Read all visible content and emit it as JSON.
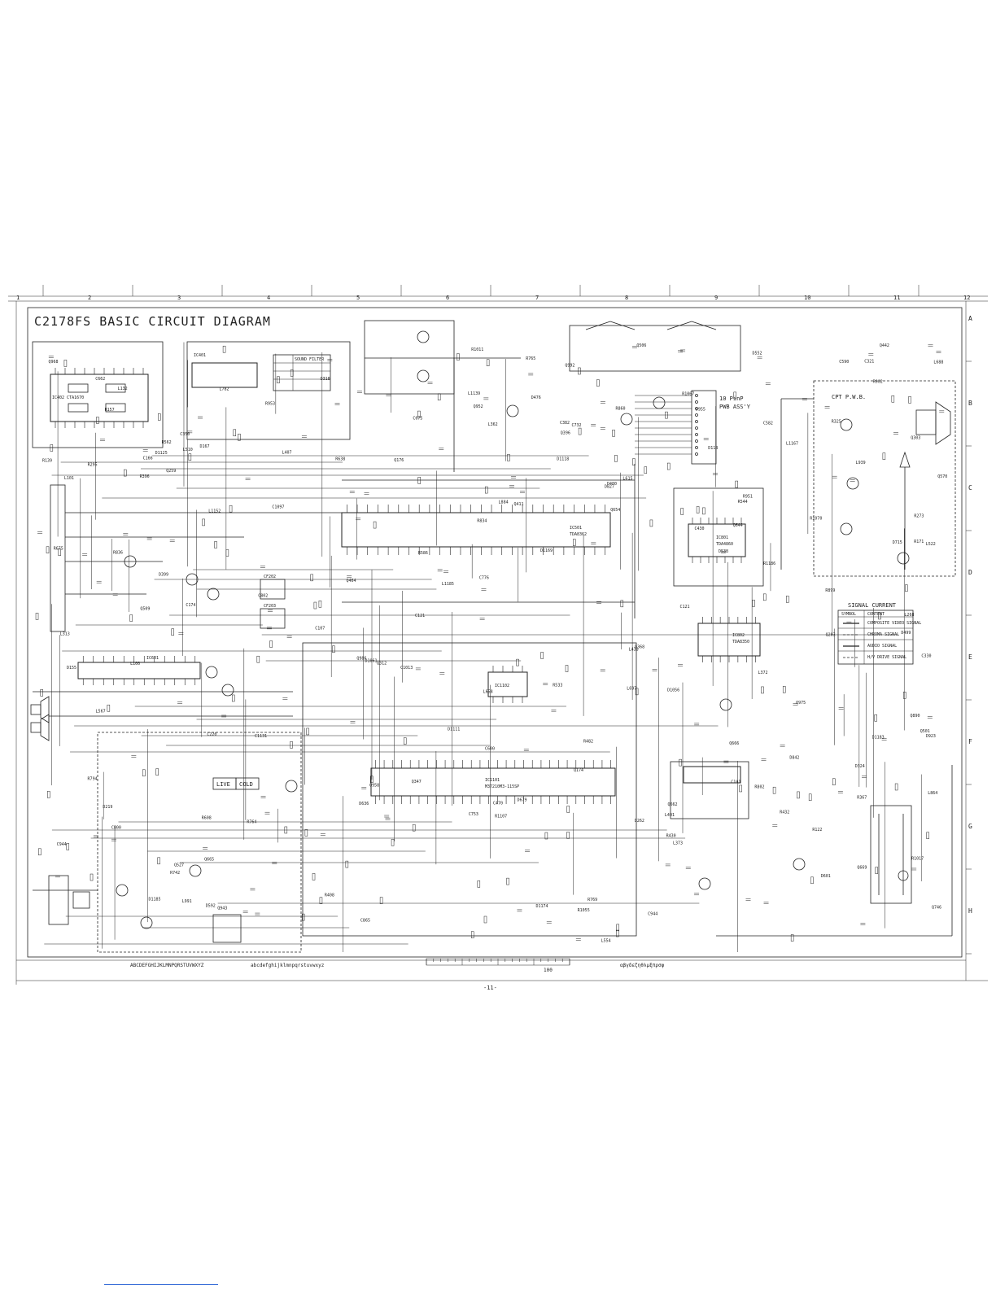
{
  "title": "C2178FS  BASIC CIRCUIT DIAGRAM",
  "page_number": "-11-",
  "column_numbers": [
    "1",
    "2",
    "3",
    "4",
    "5",
    "6",
    "7",
    "8",
    "9",
    "10",
    "11",
    "12"
  ],
  "row_letters": [
    "A",
    "B",
    "C",
    "D",
    "E",
    "F",
    "G",
    "H"
  ],
  "section_labels": {
    "pwb_10pin": "10 PinP",
    "pwb_assy": "PWB ASS'Y",
    "cpt_pwb": "CPT P.W.B.",
    "live": "LIVE",
    "cold": "COLD"
  },
  "ic_labels": {
    "ic601": "IC601",
    "ic401": "IC401",
    "ic501": "IC501",
    "ic1101": "IC1101",
    "ic1102": "IC1102",
    "ic801": "IC801",
    "ic802": "IC802",
    "ic501_part": "TDA8362",
    "ic1101_part": "M37210M3-115SP",
    "ic801_part": "TDA4860",
    "ic802_part": "TDA8350"
  },
  "legend": {
    "title": "SIGNAL CURRENT",
    "header": [
      "SYMBOL",
      "CONTENT"
    ],
    "rows": [
      "COMPOSITE VIDEO SIGNAL",
      "CHROMA SIGNAL",
      "AUDIO SIGNAL",
      "H/V DRIVE SIGNAL"
    ]
  },
  "bottom_alphabet_upper": "ABCDEFGHIJKLMNPQRSTUVWXYZ",
  "bottom_alphabet_lower": "abcdefghijklmnpqrstuvwxyz",
  "bottom_greek": "αβγδεζηθλμξπρσφ",
  "scale_label": "100"
}
